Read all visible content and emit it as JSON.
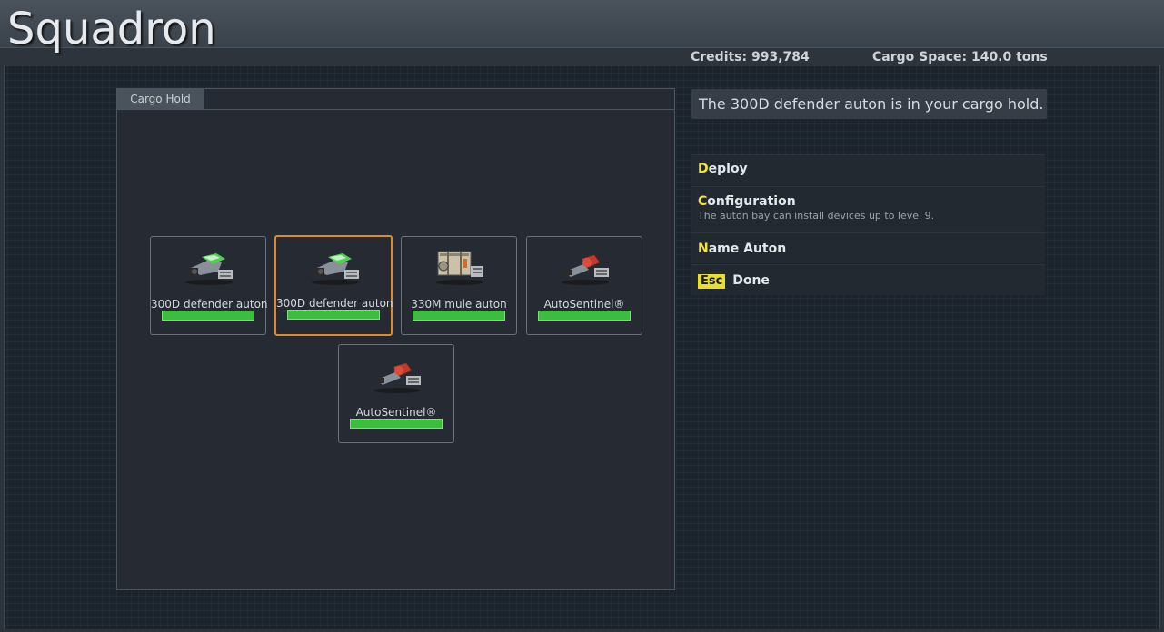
{
  "header": {
    "title": "Squadron",
    "credits": "Credits: 993,784",
    "cargo_space": "Cargo Space: 140.0 tons"
  },
  "cargo": {
    "tab_label": "Cargo Hold",
    "items": [
      {
        "name": "300D defender auton",
        "icon": "defender-auton-icon",
        "selected": false,
        "status_fill": 1.0
      },
      {
        "name": "300D defender auton",
        "icon": "defender-auton-icon",
        "selected": true,
        "status_fill": 1.0
      },
      {
        "name": "330M mule auton",
        "icon": "mule-auton-icon",
        "selected": false,
        "status_fill": 1.0
      },
      {
        "name": "AutoSentinel®",
        "icon": "autosentinel-icon",
        "selected": false,
        "status_fill": 1.0
      },
      {
        "name": "AutoSentinel®",
        "icon": "autosentinel-icon",
        "selected": false,
        "status_fill": 1.0
      }
    ]
  },
  "details": {
    "description": "The 300D defender auton is in your cargo hold.",
    "actions": [
      {
        "hotkey": "D",
        "rest": "eploy"
      },
      {
        "hotkey": "C",
        "rest": "onfiguration",
        "subtext": "The auton bay can install devices up to level 9."
      },
      {
        "hotkey": "N",
        "rest": "ame Auton"
      },
      {
        "hotkey": "Esc",
        "rest": " Done"
      }
    ]
  },
  "colors": {
    "accent_selected": "#e08a2c",
    "hotkey": "#f0e63c",
    "status_bar": "#3dbd3d"
  }
}
